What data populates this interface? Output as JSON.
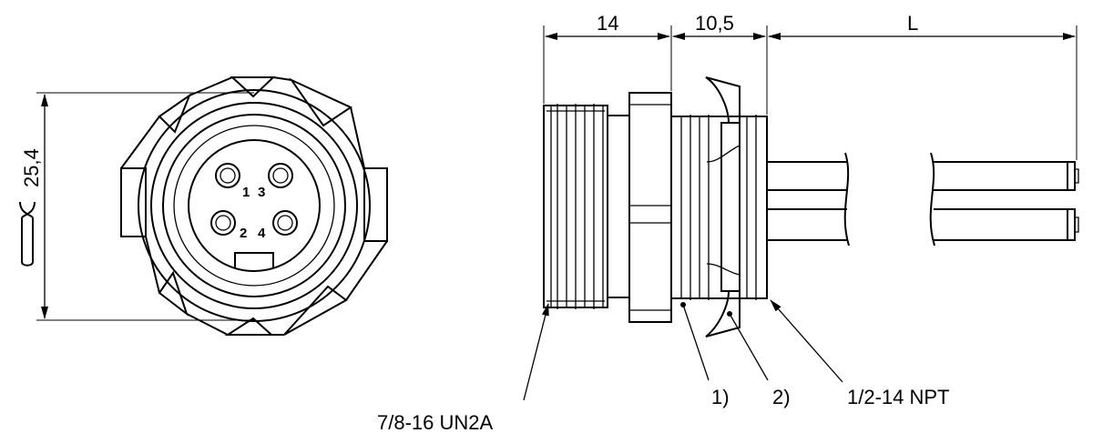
{
  "dimensions": {
    "height": "25,4",
    "length_front": "14",
    "length_mid": "10,5",
    "length_cable": "L"
  },
  "pins": [
    "1",
    "3",
    "2",
    "4"
  ],
  "callouts": {
    "thread_front": "7/8-16 UN2A",
    "item_1": "1)",
    "item_2": "2)",
    "thread_rear": "1/2-14 NPT"
  }
}
